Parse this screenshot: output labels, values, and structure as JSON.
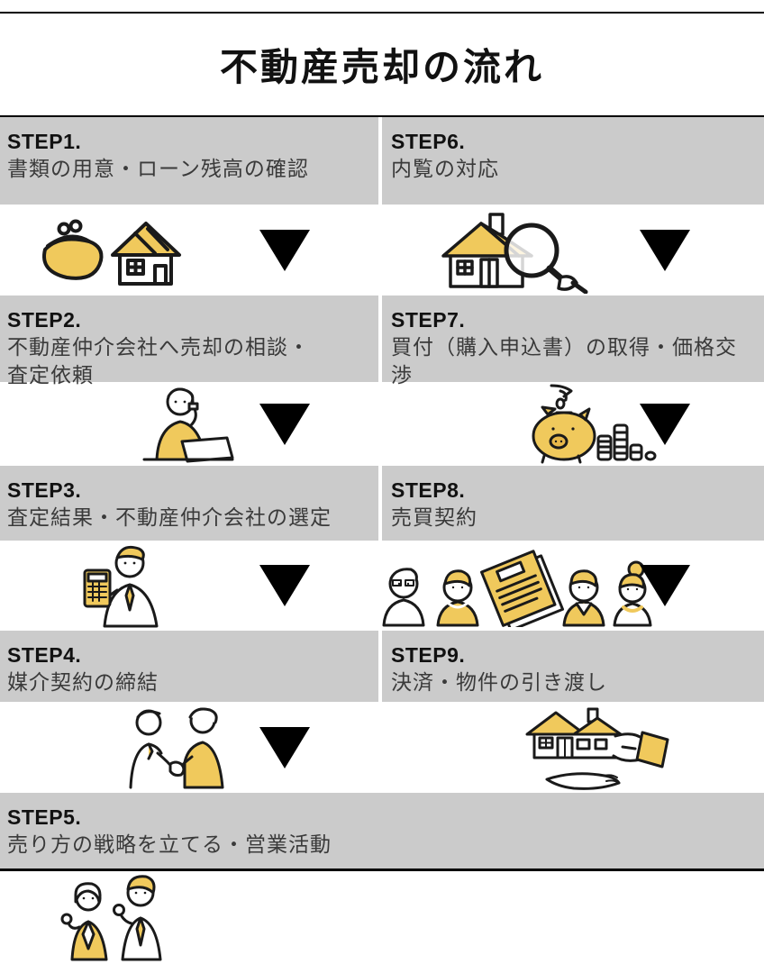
{
  "title": "不動産売却の流れ",
  "colors": {
    "band_background": "#cbcbcb",
    "accent_yellow": "#f0c95c",
    "arrow_black": "#000000",
    "outline": "#1a1a1a"
  },
  "steps": [
    {
      "label": "STEP1.",
      "lines": [
        "書類の用意・ローン残高の確認"
      ],
      "icon": "purse-house-icon",
      "has_arrow": true
    },
    {
      "label": "STEP2.",
      "lines": [
        "不動産仲介会社へ売却の相談・",
        "査定依頼"
      ],
      "icon": "person-laptop-icon",
      "has_arrow": true
    },
    {
      "label": "STEP3.",
      "lines": [
        "査定結果・不動産仲介会社の選定"
      ],
      "icon": "man-calculator-icon",
      "has_arrow": true
    },
    {
      "label": "STEP4.",
      "lines": [
        "媒介契約の締結"
      ],
      "icon": "handshake-icon",
      "has_arrow": true
    },
    {
      "label": "STEP5.",
      "lines": [
        "売り方の戦略を立てる・営業活動"
      ],
      "icon": "cheering-people-icon",
      "has_arrow": false
    },
    {
      "label": "STEP6.",
      "lines": [
        "内覧の対応"
      ],
      "icon": "house-magnifier-icon",
      "has_arrow": true
    },
    {
      "label": "STEP7.",
      "lines": [
        "買付（購入申込書）の取得・価格交渉"
      ],
      "icon": "piggy-bank-icon",
      "has_arrow": true
    },
    {
      "label": "STEP8.",
      "lines": [
        "売買契約"
      ],
      "icon": "contract-people-icon",
      "has_arrow": true
    },
    {
      "label": "STEP9.",
      "lines": [
        "決済・物件の引き渡し"
      ],
      "icon": "house-handover-icon",
      "has_arrow": false
    }
  ]
}
